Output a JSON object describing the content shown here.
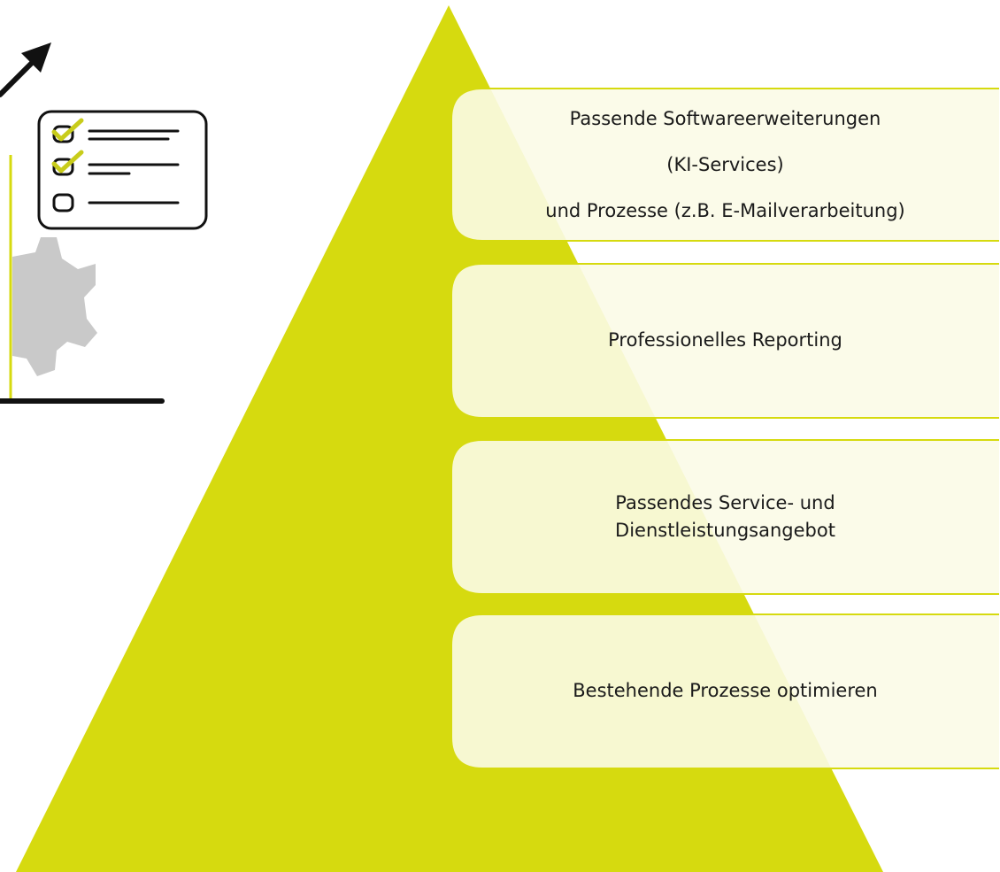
{
  "colors": {
    "pyramid": "#d6da0f",
    "box_fill": "#fbfbe7",
    "box_border": "#d6da0f",
    "text": "#1a1a1a",
    "icon_stroke": "#111111",
    "gear": "#c9c9c9",
    "check": "#c8cc1a"
  },
  "icons": [
    "growth-arrow-icon",
    "checklist-icon",
    "gear-icon",
    "chart-axis-icon"
  ],
  "levels": [
    {
      "lines": [
        "Passende Softwareerweiterungen",
        "(KI-Services)",
        "und Prozesse (z.B. E-Mailverarbeitung)"
      ]
    },
    {
      "lines": [
        "Professionelles Reporting"
      ]
    },
    {
      "lines": [
        "Passendes Service- und",
        "Dienstleistungsangebot"
      ]
    },
    {
      "lines": [
        "Bestehende Prozesse optimieren"
      ]
    }
  ]
}
